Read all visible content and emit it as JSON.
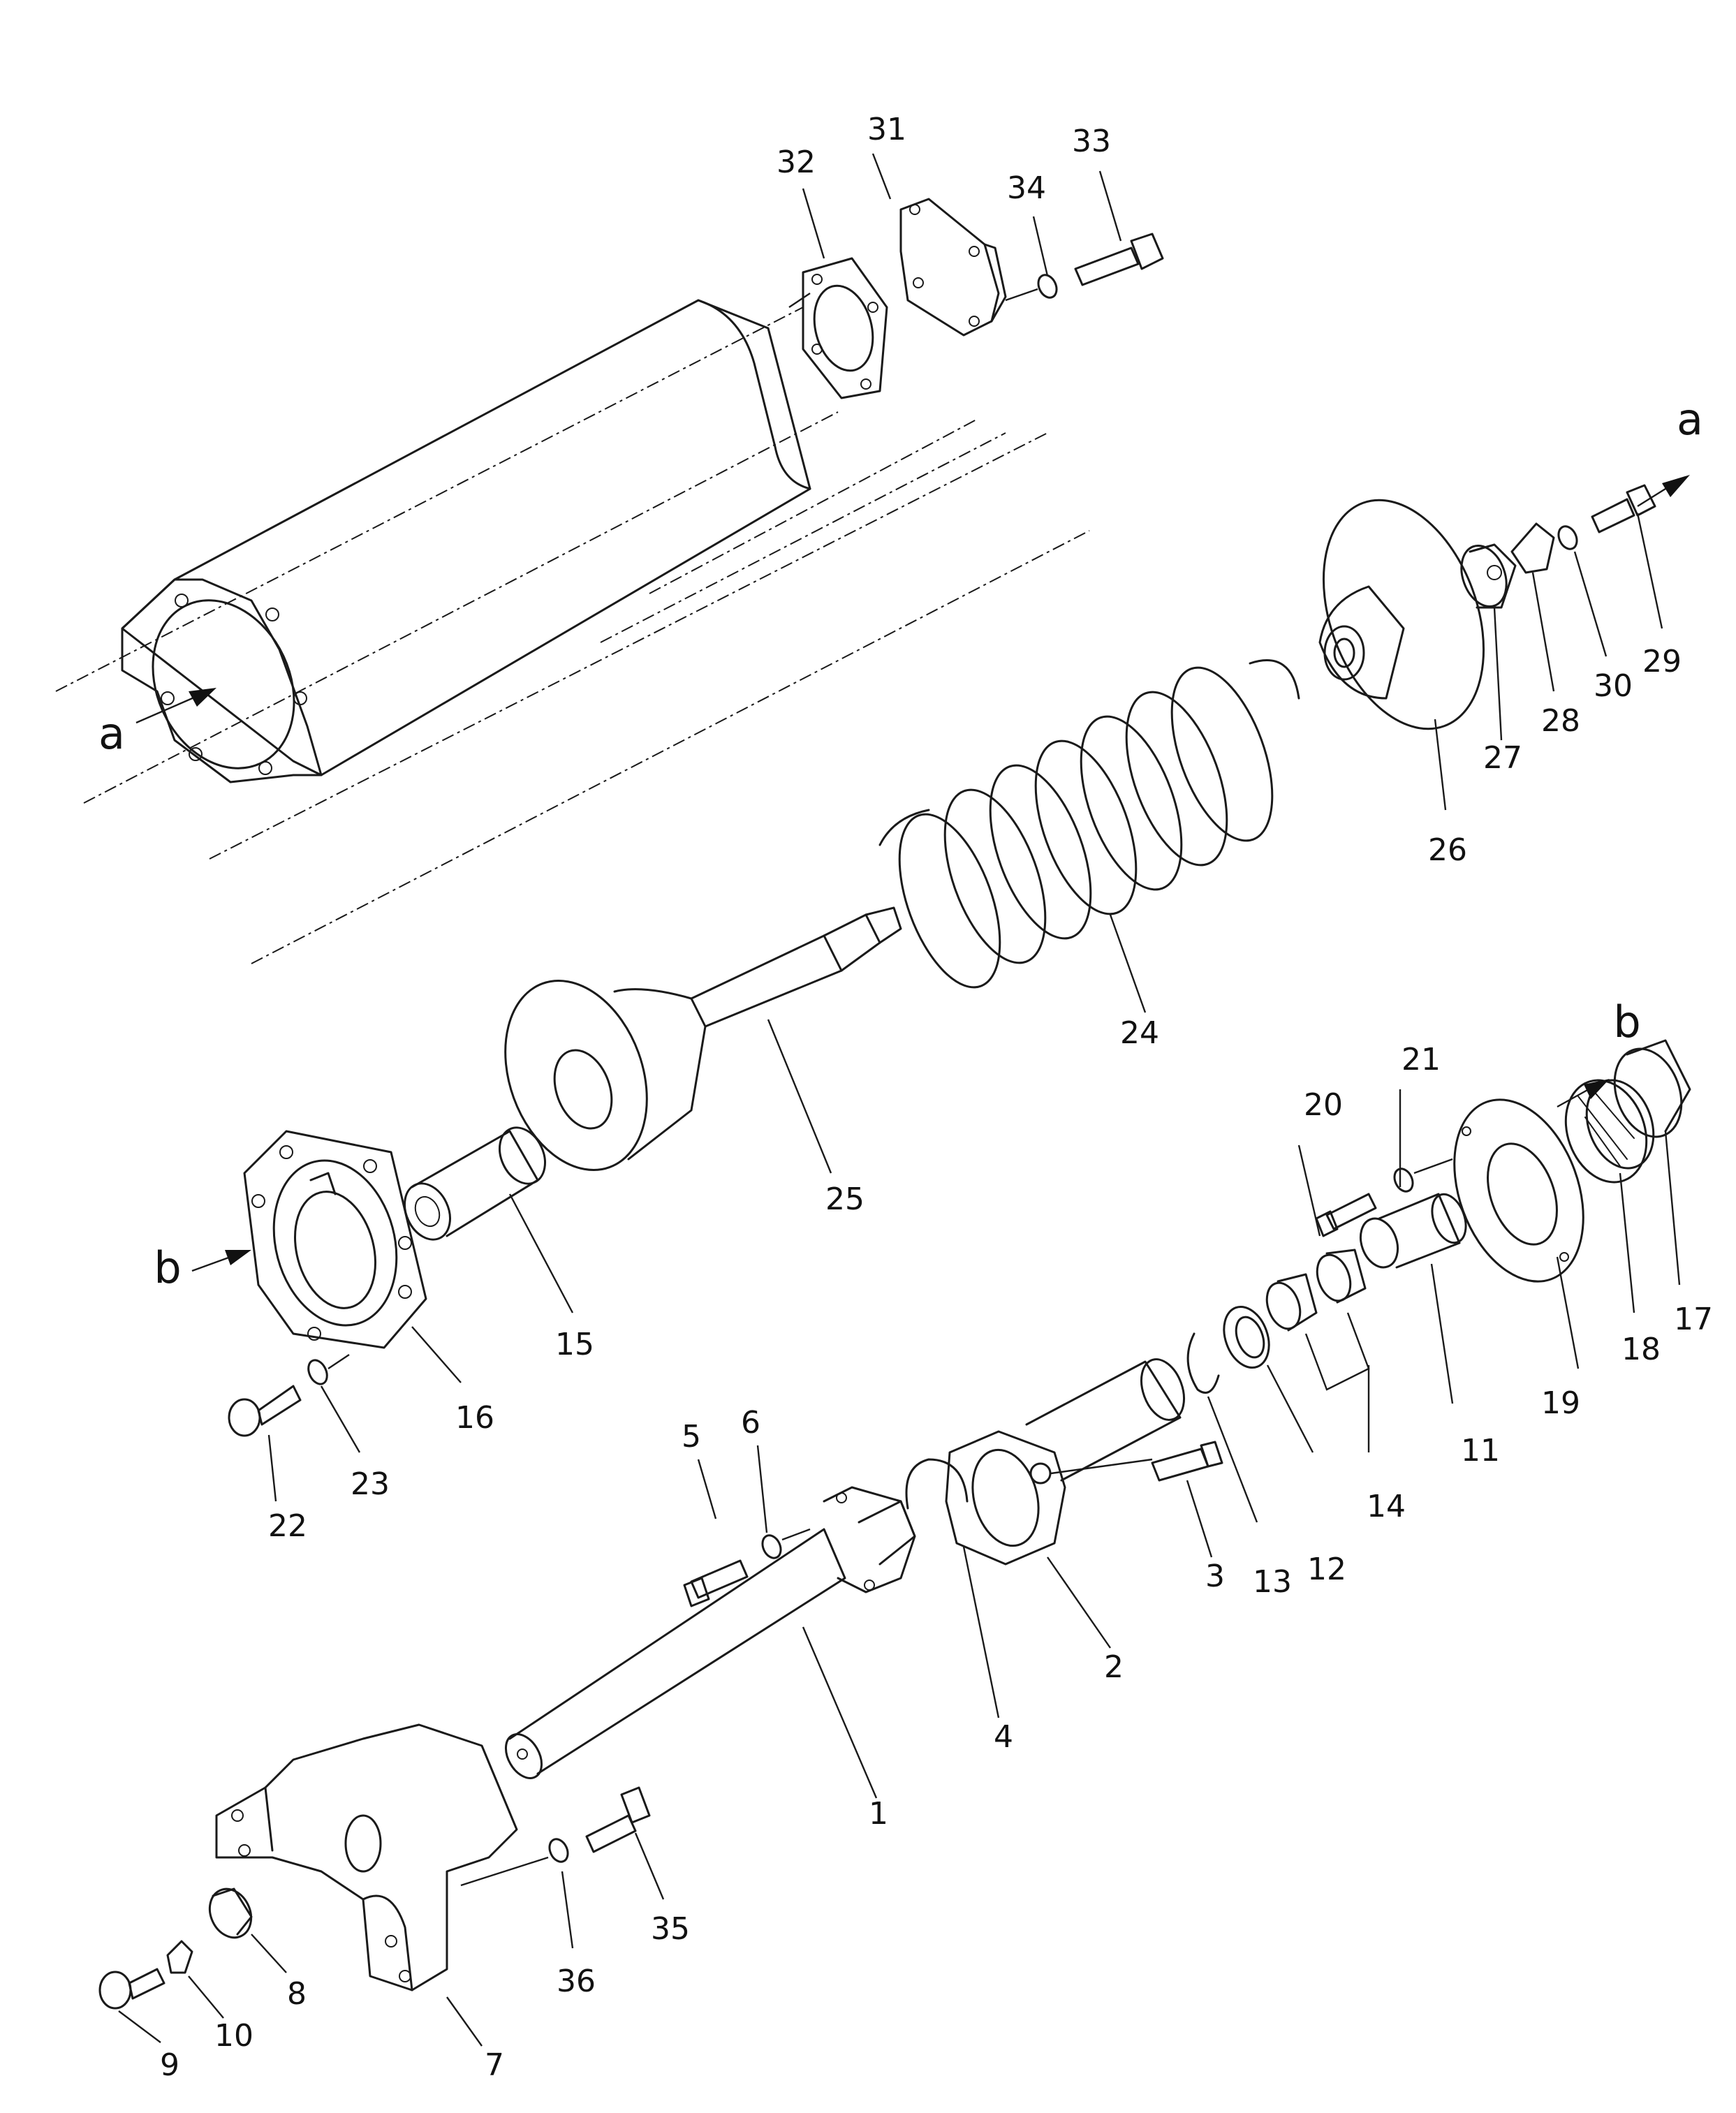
{
  "diagram": {
    "callouts": [
      "1",
      "2",
      "3",
      "4",
      "5",
      "6",
      "7",
      "8",
      "9",
      "10",
      "11",
      "12",
      "13",
      "14",
      "15",
      "16",
      "17",
      "18",
      "19",
      "20",
      "21",
      "22",
      "23",
      "24",
      "25",
      "26",
      "27",
      "28",
      "29",
      "30",
      "31",
      "32",
      "33",
      "34",
      "35",
      "36"
    ],
    "reference_letters": [
      "a",
      "a",
      "b",
      "b"
    ]
  }
}
